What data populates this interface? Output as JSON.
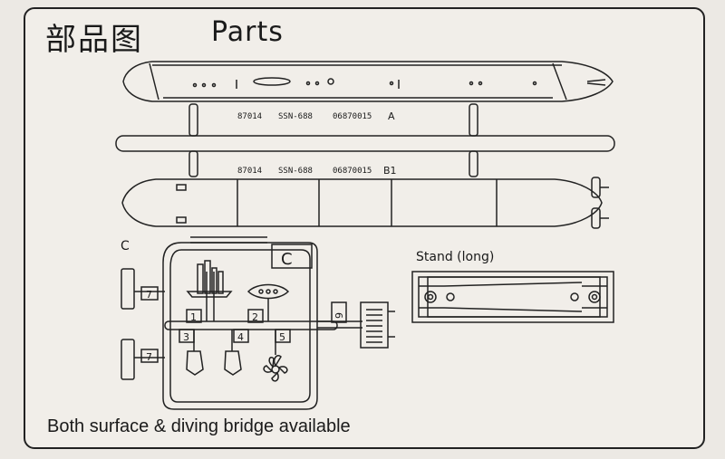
{
  "header": {
    "title_cn": "部品图",
    "title_en": "Parts"
  },
  "sprue_a": {
    "code": [
      "87014",
      "SSN-688",
      "06870015"
    ],
    "letter": "A"
  },
  "sprue_b": {
    "code": [
      "87014",
      "SSN-688",
      "06870015"
    ],
    "letter": "B1"
  },
  "sprue_c": {
    "outer_label": "C",
    "frame_label": "C",
    "parts": [
      "1",
      "2",
      "3",
      "4",
      "5",
      "6",
      "7",
      "7"
    ]
  },
  "stand": {
    "label": "Stand (long)"
  },
  "footer": {
    "note": "Both surface & diving bridge available"
  }
}
